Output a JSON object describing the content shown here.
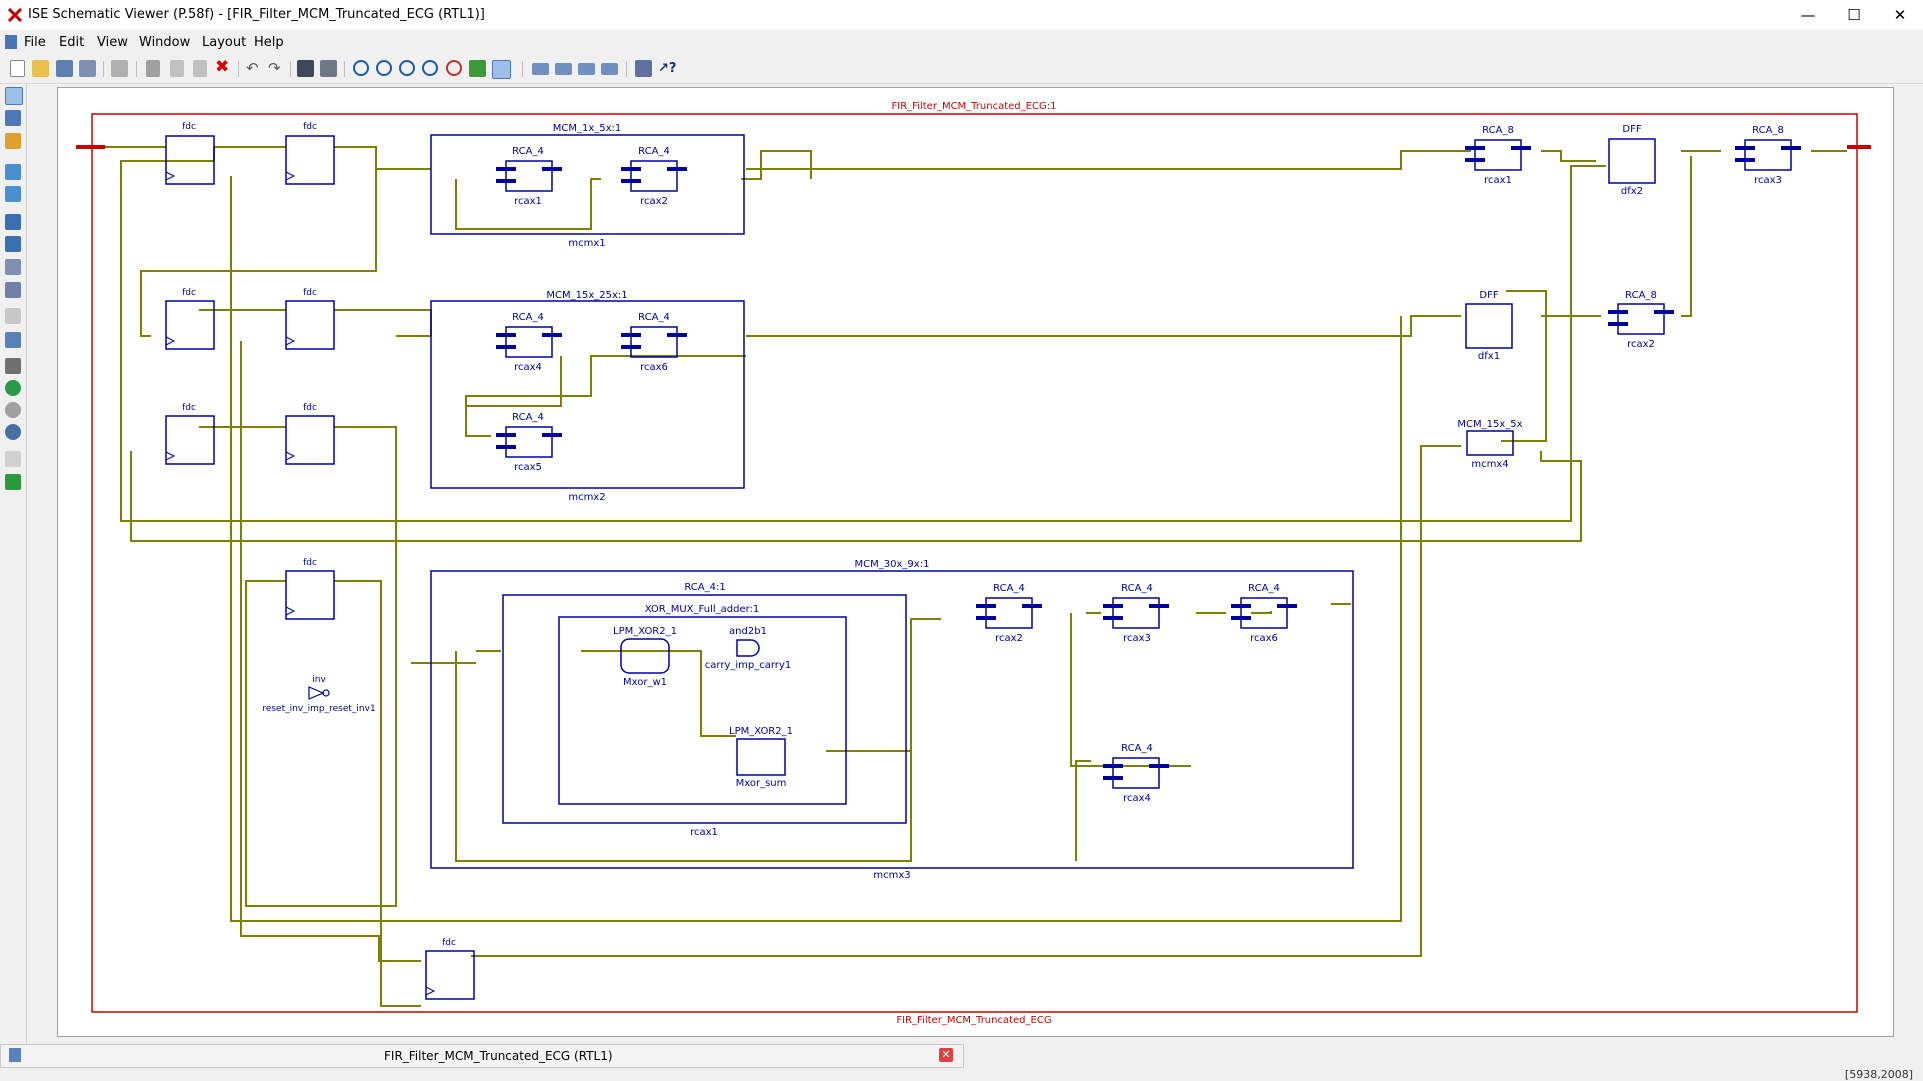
{
  "window": {
    "title": "ISE Schematic Viewer (P.58f) - [FIR_Filter_MCM_Truncated_ECG (RTL1)]",
    "minimize_icon": "minimize-icon",
    "maximize_icon": "maximize-icon",
    "close_icon": "close-icon"
  },
  "menu": [
    "File",
    "Edit",
    "View",
    "Window",
    "Layout",
    "Help"
  ],
  "schematic": {
    "top_instance": "FIR_Filter_MCM_Truncated_ECG:1",
    "top_name": "FIR_Filter_MCM_Truncated_ECG",
    "fdc_label": "fdc",
    "mcm1": {
      "type": "MCM_1x_5x:1",
      "name": "mcmx1",
      "blocks": [
        {
          "type": "RCA_4",
          "name": "rcax1"
        },
        {
          "type": "RCA_4",
          "name": "rcax2"
        }
      ]
    },
    "mcm2": {
      "type": "MCM_15x_25x:1",
      "name": "mcmx2",
      "blocks": [
        {
          "type": "RCA_4",
          "name": "rcax4"
        },
        {
          "type": "RCA_4",
          "name": "rcax6"
        },
        {
          "type": "RCA_4",
          "name": "rcax5"
        }
      ]
    },
    "mcm3": {
      "type": "MCM_30x_9x:1",
      "name": "mcmx3",
      "rca": {
        "type": "RCA_4:1",
        "name": "rcax1"
      },
      "xor_mux": "XOR_MUX_Full_adder:1",
      "lpm1": {
        "type": "LPM_XOR2_1",
        "name": "Mxor_w1"
      },
      "and": {
        "type": "and2b1",
        "name": "carry_imp_carry1"
      },
      "lpm2": {
        "type": "LPM_XOR2_1",
        "name": "Mxor_sum"
      },
      "blocks": [
        {
          "type": "RCA_4",
          "name": "rcax2"
        },
        {
          "type": "RCA_4",
          "name": "rcax3"
        },
        {
          "type": "RCA_4",
          "name": "rcax6"
        },
        {
          "type": "RCA_4",
          "name": "rcax4"
        }
      ]
    },
    "inv": {
      "type": "inv",
      "name": "reset_inv_imp_reset_inv1"
    },
    "right": {
      "rca8a": {
        "type": "RCA_8",
        "name": "rcax1"
      },
      "dff2": {
        "type": "DFF",
        "name": "dfx2"
      },
      "rca8b": {
        "type": "RCA_8",
        "name": "rcax3"
      },
      "dff1": {
        "type": "DFF",
        "name": "dfx1"
      },
      "rca8c": {
        "type": "RCA_8",
        "name": "rcax2"
      },
      "mcm4": {
        "type": "MCM_15x_5x",
        "name": "mcmx4"
      }
    }
  },
  "bottom_tab": {
    "label": "FIR_Filter_MCM_Truncated_ECG (RTL1)"
  },
  "status": {
    "coords": "[5938,2008]"
  },
  "colors": {
    "wire": "#808000",
    "block": "#0000a0",
    "frame": "#cc0000"
  }
}
